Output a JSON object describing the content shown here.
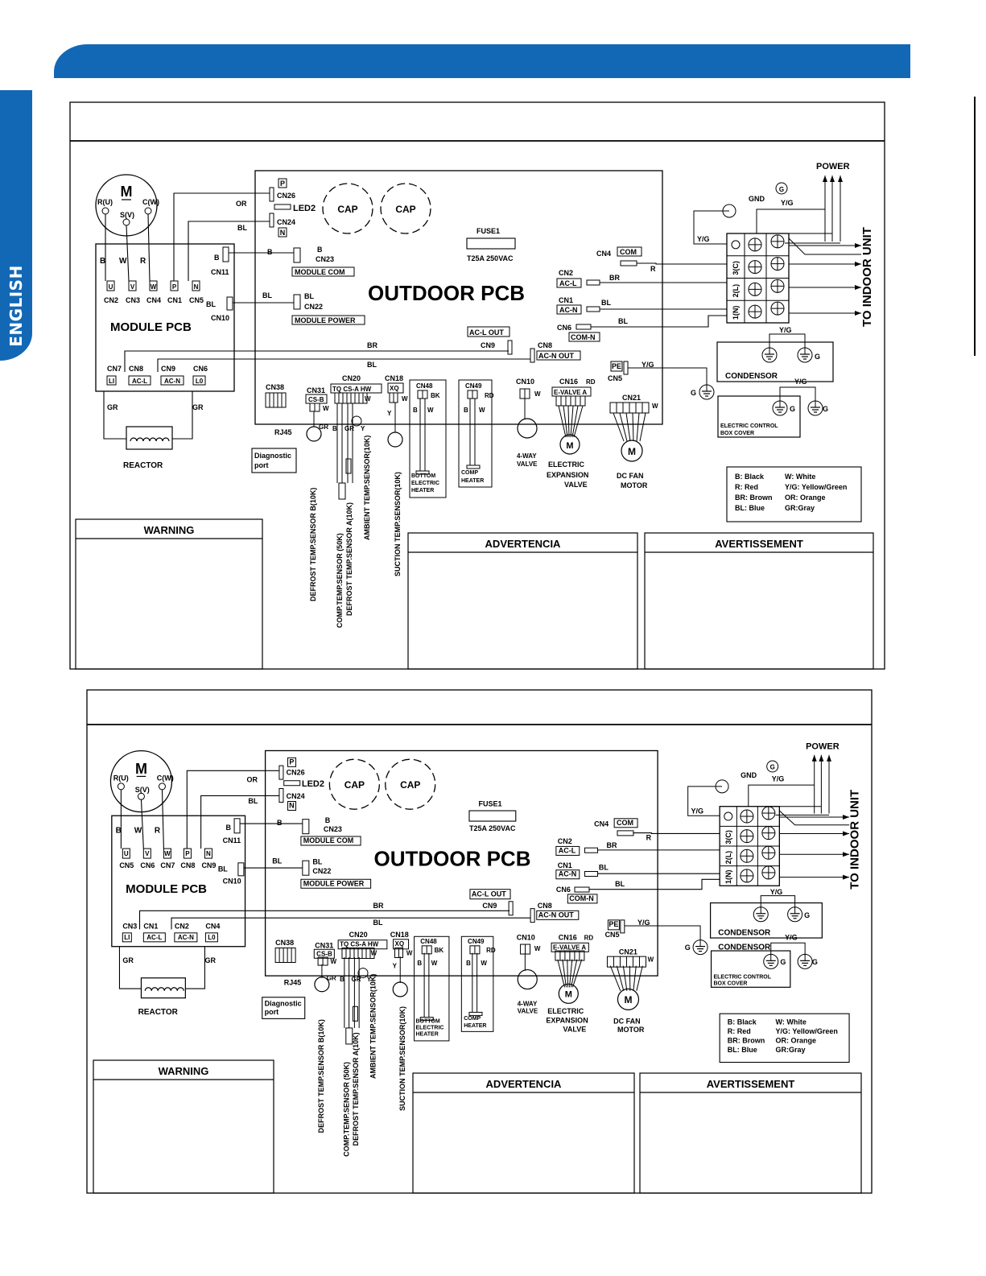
{
  "sidebar": {
    "language_tab": "ENGLISH"
  },
  "colors": {
    "accent": "#1368b5",
    "ink": "#000000"
  },
  "diagrams": [
    {
      "motor": {
        "letter": "M",
        "r": "R(U)",
        "s": "S(V)",
        "c": "C(W)"
      },
      "module_pcb": "MODULE PCB",
      "module_wire_labels": [
        "B",
        "W",
        "R"
      ],
      "module_terminals": [
        "U",
        "V",
        "W",
        "P",
        "N"
      ],
      "module_connector_names": [
        "CN2",
        "CN3",
        "CN4",
        "CN1",
        "CN5"
      ],
      "module_cn11": "CN11",
      "module_cn10": "CN10",
      "module_bottom_names": [
        "CN7",
        "CN8",
        "CN9",
        "CN6"
      ],
      "module_bottom_terminals": [
        "LI",
        "AC-L",
        "AC-N",
        "L0"
      ],
      "reactor": "REACTOR",
      "gr": "GR",
      "outdoor_pcb": "OUTDOOR PCB",
      "cap": "CAP",
      "led2": "LED2",
      "cn26": "CN26",
      "cn24": "CN24",
      "p": "P",
      "n": "N",
      "or": "OR",
      "bl": "BL",
      "b": "B",
      "cn23": "CN23",
      "module_com": "MODULE COM",
      "cn22": "CN22",
      "module_power": "MODULE POWER",
      "fuse": "FUSE1",
      "fuse_rating": "T25A 250VAC",
      "cn4": "CN4",
      "com": "COM",
      "cn2": "CN2",
      "acl": "AC-L",
      "cn1": "CN1",
      "acn": "AC-N",
      "cn6": "CN6",
      "comn": "COM-N",
      "acl_out": "AC-L OUT",
      "cn9": "CN9",
      "cn8": "CN8",
      "acn_out": "AC-N OUT",
      "br": "BR",
      "r": "R",
      "pe": "PE",
      "cn5": "CN5",
      "yg": "Y/G",
      "g": "G",
      "gnd": "GND",
      "power": "POWER",
      "to_indoor": "TO INDOOR UNIT",
      "terminal_labels": [
        "3(C)",
        "2(L)",
        "1(N)"
      ],
      "condensor": "CONDENSOR",
      "condensor_extra": "",
      "electric_box": [
        "ELECTRIC  CONTROL",
        "BOX COVER"
      ],
      "cn38": "CN38",
      "rj45": "RJ45",
      "diag_port": [
        "Diagnostic",
        "port"
      ],
      "cn31": "CN31",
      "csb": "CS-B",
      "cn20": "CN20",
      "cn20_label": "TQ CS-A HW",
      "cn18": "CN18",
      "xq": "XQ",
      "cn48": "CN48",
      "cn49": "CN49",
      "bk": "BK",
      "rd": "RD",
      "w": "W",
      "y": "Y",
      "cn10": "CN10",
      "cn16": "CN16",
      "evalve": "E-VALVE A",
      "cn21": "CN21",
      "bottom_heater": [
        "BOTTOM",
        "ELECTRIC",
        "HEATER"
      ],
      "comp_heater": [
        "COMP",
        "HEATER"
      ],
      "four_way": [
        "4-WAY",
        "VALVE"
      ],
      "exp_valve": [
        "ELECTRIC",
        "EXPANSION",
        "VALVE"
      ],
      "fan_motor": [
        "DC FAN",
        "MOTOR"
      ],
      "sensors": [
        "DEFROST TEMP.SENSOR  B(10K)",
        "COMP.TEMP.SENSOR  (50K)",
        "DEFROST TEMP.SENSOR  A(10K)",
        "AMBIENT TEMP.SENSOR(10K)",
        "SUCTION  TEMP.SENSOR(10K)"
      ],
      "legend": [
        [
          "B:  Black",
          "W:  White"
        ],
        [
          "R:  Red",
          "Y/G:  Yellow/Green"
        ],
        [
          "BR:  Brown",
          "OR:  Orange"
        ],
        [
          "BL:  Blue",
          "GR:Gray"
        ]
      ],
      "warning": "WARNING",
      "advertencia": "ADVERTENCIA",
      "avertissement": "AVERTISSEMENT"
    },
    {
      "motor": {
        "letter": "M",
        "r": "R(U)",
        "s": "S(V)",
        "c": "C(W)"
      },
      "module_pcb": "MODULE PCB",
      "module_wire_labels": [
        "B",
        "W",
        "R"
      ],
      "module_terminals": [
        "U",
        "V",
        "W",
        "P",
        "N"
      ],
      "module_connector_names": [
        "CN5",
        "CN6",
        "CN7",
        "CN8",
        "CN9"
      ],
      "module_cn11": "CN11",
      "module_cn10": "CN10",
      "module_bottom_names": [
        "CN3",
        "CN1",
        "CN2",
        "CN4"
      ],
      "module_bottom_terminals": [
        "LI",
        "AC-L",
        "AC-N",
        "L0"
      ],
      "reactor": "REACTOR",
      "gr": "GR",
      "outdoor_pcb": "OUTDOOR PCB",
      "cap": "CAP",
      "led2": "LED2",
      "cn26": "CN26",
      "cn24": "CN24",
      "p": "P",
      "n": "N",
      "or": "OR",
      "bl": "BL",
      "b": "B",
      "cn23": "CN23",
      "module_com": "MODULE COM",
      "cn22": "CN22",
      "module_power": "MODULE POWER",
      "fuse": "FUSE1",
      "fuse_rating": "T25A 250VAC",
      "cn4": "CN4",
      "com": "COM",
      "cn2": "CN2",
      "acl": "AC-L",
      "cn1": "CN1",
      "acn": "AC-N",
      "cn6": "CN6",
      "comn": "COM-N",
      "acl_out": "AC-L OUT",
      "cn9": "CN9",
      "cn8": "CN8",
      "acn_out": "AC-N OUT",
      "br": "BR",
      "r": "R",
      "pe": "PE",
      "cn5": "CN5",
      "yg": "Y/G",
      "g": "G",
      "gnd": "GND",
      "power": "POWER",
      "to_indoor": "TO INDOOR UNIT",
      "terminal_labels": [
        "3(C)",
        "2(L)",
        "1(N)"
      ],
      "condensor": "CONDENSOR",
      "condensor_extra": "CONDENSOR",
      "electric_box": [
        "ELECTRIC  CONTROL",
        "BOX COVER"
      ],
      "cn38": "CN38",
      "rj45": "RJ45",
      "diag_port": [
        "Diagnostic",
        "port"
      ],
      "cn31": "CN31",
      "csb": "CS-B",
      "cn20": "CN20",
      "cn20_label": "TQ CS-A HW",
      "cn18": "CN18",
      "xq": "XQ",
      "cn48": "CN48",
      "cn49": "CN49",
      "bk": "BK",
      "rd": "RD",
      "w": "W",
      "y": "Y",
      "cn10": "CN10",
      "cn16": "CN16",
      "evalve": "E-VALVE A",
      "cn21": "CN21",
      "bottom_heater": [
        "BOTTOM",
        "ELECTRIC",
        "HEATER"
      ],
      "comp_heater": [
        "COMP",
        "HEATER"
      ],
      "four_way": [
        "4-WAY",
        "VALVE"
      ],
      "exp_valve": [
        "ELECTRIC",
        "EXPANSION",
        "VALVE"
      ],
      "fan_motor": [
        "DC FAN",
        "MOTOR"
      ],
      "sensors": [
        "DEFROST TEMP.SENSOR  B(10K)",
        "COMP.TEMP.SENSOR  (50K)",
        "DEFROST TEMP.SENSOR  A(10K)",
        "AMBIENT  TEMP.SENSOR(10K)",
        "SUCTION  TEMP.SENSOR(10K)"
      ],
      "legend": [
        [
          "B:  Black",
          "W:  White"
        ],
        [
          "R:  Red",
          "Y/G:  Yellow/Green"
        ],
        [
          "BR:  Brown",
          "OR:  Orange"
        ],
        [
          "BL:  Blue",
          "GR:Gray"
        ]
      ],
      "warning": "WARNING",
      "advertencia": "ADVERTENCIA",
      "avertissement": "AVERTISSEMENT"
    }
  ]
}
